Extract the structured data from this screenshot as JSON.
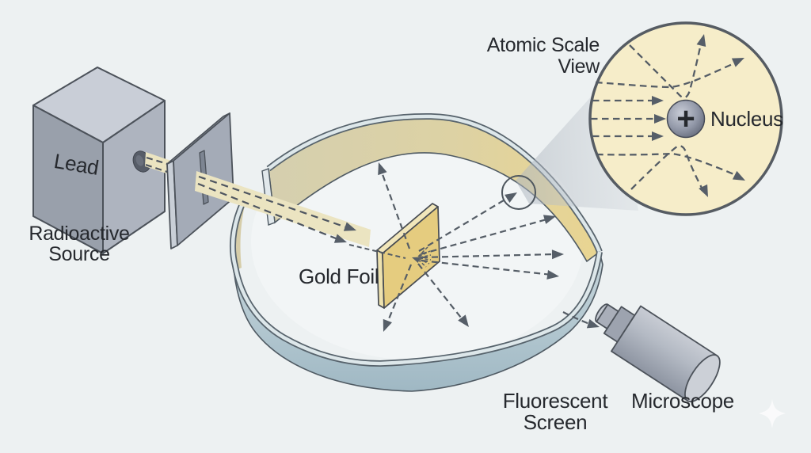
{
  "diagram": {
    "labels": {
      "lead": "Lead",
      "radioactive_source": [
        "Radioactive",
        "Source"
      ],
      "gold_foil": "Gold Foil",
      "atomic_scale_view": [
        "Atomic Scale",
        "View"
      ],
      "nucleus": "Nucleus",
      "nucleus_charge_symbol": "+",
      "fluorescent_screen": [
        "Fluorescent",
        "Screen"
      ],
      "microscope": "Microscope"
    },
    "colors": {
      "background": "#edf1f2",
      "screen_wall_blue": "#aec4cf",
      "screen_rim_highlight": "#dde7ea",
      "screen_inner_tan": "#d6d0b0",
      "screen_inner_gold": "#e9d591",
      "beam_cream": "#ebe4c1",
      "gold_foil": "#e5cc7f",
      "lead_block_gray": "#a3aab5",
      "atomic_view_fill": "#f6edc9",
      "nucleus_gray": "#5a6070",
      "dashed_line": "#555d66",
      "outline": "#4c525a",
      "text": "#26292e"
    }
  }
}
